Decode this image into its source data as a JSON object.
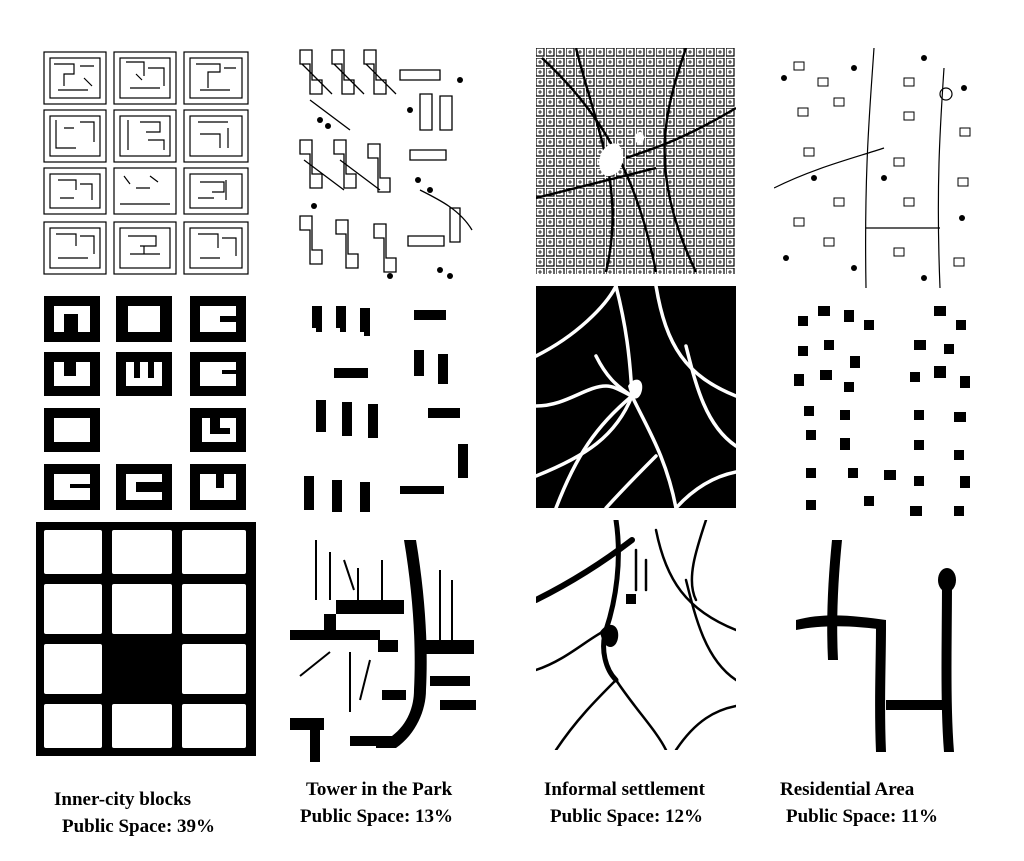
{
  "columns": [
    {
      "title": "Inner-city blocks",
      "stat": "Public Space: 39%"
    },
    {
      "title": "Tower in the Park",
      "stat": "Public Space: 13%"
    },
    {
      "title": "Informal settlement",
      "stat": "Public Space: 12%"
    },
    {
      "title": "Residential Area",
      "stat": "Public Space: 11%"
    }
  ],
  "colors": {
    "ink": "#000000",
    "paper": "#ffffff"
  }
}
